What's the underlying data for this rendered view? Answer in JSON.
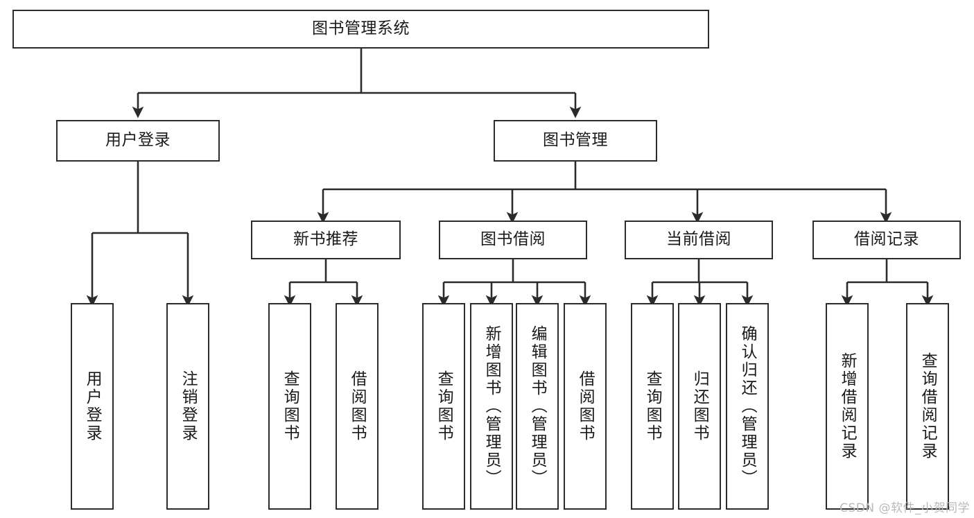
{
  "diagram": {
    "title": "图书管理系统",
    "type": "tree-hierarchy",
    "watermark": "CSDN @软件_小贺同学",
    "colors": {
      "background": "#ffffff",
      "node_fill": "#ffffff",
      "node_border": "#2b2b2b",
      "edge": "#2b2b2b",
      "text": "#1a1a1a",
      "watermark": "#b9b9b9"
    },
    "nodes": {
      "root": {
        "label": "图书管理系统"
      },
      "level2": [
        {
          "id": "user-login",
          "label": "用户登录"
        },
        {
          "id": "book-manage",
          "label": "图书管理"
        }
      ],
      "level3": [
        {
          "id": "new-book-rec",
          "label": "新书推荐"
        },
        {
          "id": "book-borrow",
          "label": "图书借阅"
        },
        {
          "id": "current-borrow",
          "label": "当前借阅"
        },
        {
          "id": "borrow-record",
          "label": "借阅记录"
        }
      ],
      "leaves": {
        "user_login": [
          {
            "id": "leaf-user-login",
            "label": "用户登录"
          },
          {
            "id": "leaf-logout",
            "label": "注销登录"
          }
        ],
        "new_book_rec": [
          {
            "id": "leaf-query-book-1",
            "label": "查询图书"
          },
          {
            "id": "leaf-borrow-book-1",
            "label": "借阅图书"
          }
        ],
        "book_borrow": [
          {
            "id": "leaf-query-book-2",
            "label": "查询图书"
          },
          {
            "id": "leaf-add-book",
            "label": "新增图书（管理员）"
          },
          {
            "id": "leaf-edit-book",
            "label": "编辑图书（管理员）"
          },
          {
            "id": "leaf-borrow-book-2",
            "label": "借阅图书"
          }
        ],
        "current_borrow": [
          {
            "id": "leaf-query-book-3",
            "label": "查询图书"
          },
          {
            "id": "leaf-return-book",
            "label": "归还图书"
          },
          {
            "id": "leaf-confirm-return",
            "label": "确认归还（管理员）"
          }
        ],
        "borrow_record": [
          {
            "id": "leaf-add-record",
            "label": "新增借阅记录"
          },
          {
            "id": "leaf-query-record",
            "label": "查询借阅记录"
          }
        ]
      }
    }
  }
}
